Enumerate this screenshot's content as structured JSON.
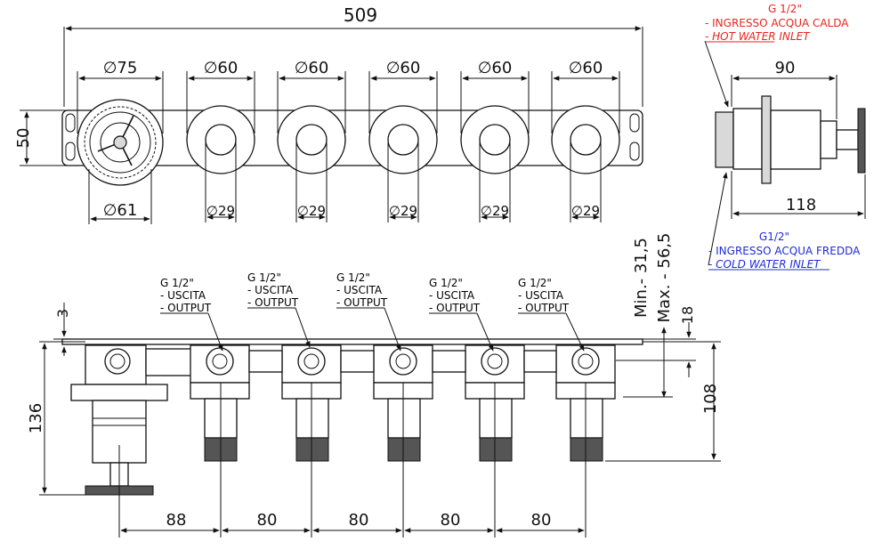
{
  "dimensions": {
    "overall_width": "509",
    "diameter_75": "∅75",
    "diameter_60": "∅60",
    "diameter_61": "∅61",
    "diameter_29": "∅29",
    "height_50": "50",
    "side_90": "90",
    "side_118": "118",
    "height_3": "3",
    "height_136": "136",
    "depth_min": "Min.- 31,5",
    "depth_max": "Max. - 56,5",
    "height_18": "18",
    "height_108": "108",
    "spacing_88": "88",
    "spacing_80": "80"
  },
  "notes": {
    "hot_inlet": {
      "line1": "G 1/2\"",
      "line2": "- INGRESSO ACQUA CALDA",
      "line3": "- HOT WATER INLET",
      "color": "#e8251e"
    },
    "cold_inlet": {
      "line1": "G1/2\"",
      "line2": "- INGRESSO ACQUA FREDDA",
      "line3": "- COLD WATER INLET",
      "color": "#1f2bd6"
    },
    "output": {
      "line1": "G 1/2\"",
      "line2": "- USCITA",
      "line3": "- OUTPUT"
    }
  }
}
